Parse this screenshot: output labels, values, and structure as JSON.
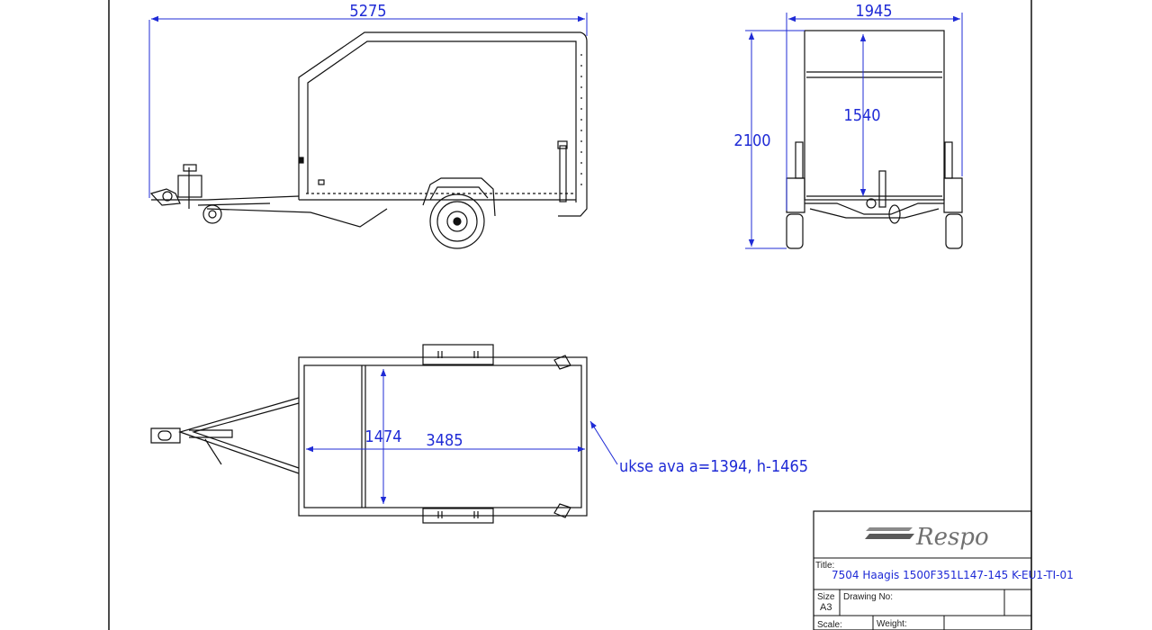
{
  "drawing": {
    "side_view": {
      "length_dim": "5275"
    },
    "rear_view": {
      "width_dim": "1945",
      "height_dim": "2100",
      "inner_height_dim": "1540"
    },
    "top_view": {
      "inner_width_dim": "1474",
      "inner_length_dim": "3485",
      "door_note": "ukse ava a=1394, h-1465"
    }
  },
  "title_block": {
    "logo_text": "Respo",
    "title_label": "Title:",
    "title_value": "7504 Haagis 1500F351L147-145 K-EU1-TI-01",
    "size_label": "Size",
    "size_value": "A3",
    "drawing_no_label": "Drawing No:",
    "scale_label": "Scale:",
    "weight_label": "Weight:"
  },
  "colors": {
    "dimension": "#1f2bd6",
    "line": "#111111",
    "logo": "#707070"
  }
}
